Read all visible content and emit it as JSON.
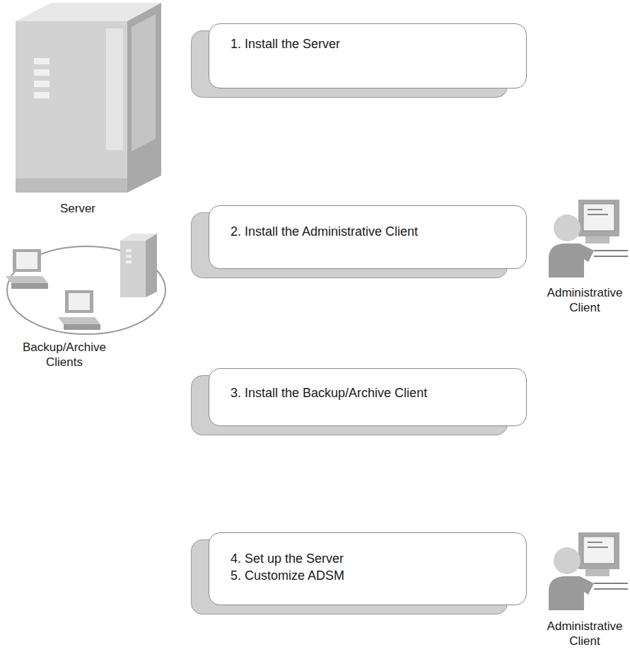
{
  "diagram": {
    "nodes": [
      {
        "text": [
          "1. Install the Server"
        ]
      },
      {
        "text": [
          "2. Install the Administrative Client"
        ]
      },
      {
        "text": [
          "3. Install the Backup/Archive Client"
        ]
      },
      {
        "text": [
          "4. Set up the Server",
          "5. Customize ADSM"
        ]
      }
    ],
    "labels": [
      "Server",
      "Administrative Client",
      "Backup/Archive Clients",
      "Administrative Client"
    ]
  }
}
